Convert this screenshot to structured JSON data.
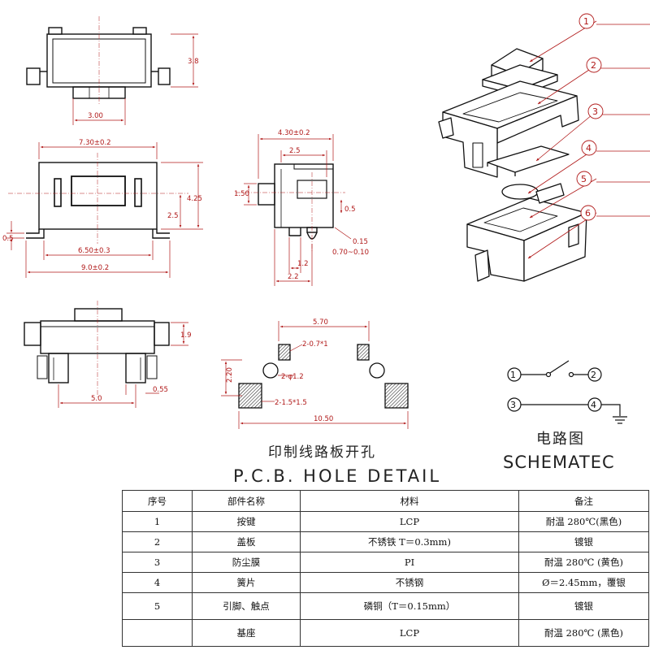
{
  "dimensions": {
    "top_width": "3.00",
    "top_height": "3.8",
    "front_width": "7.30±0.2",
    "front_height": "4.25",
    "front_mid": "2.5",
    "front_leg": "0.5",
    "front_pitch": "6.50±0.3",
    "front_total": "9.0±0.2",
    "side_width": "4.30±0.2",
    "side_inner": "2.5",
    "side_height": "1.50",
    "side_gap": "0.5",
    "side_tol1": "0.15",
    "side_tol2": "0.70~0.10",
    "side_foot1": "1.2",
    "side_foot2": "2.2",
    "bottom_height": "1.9",
    "bottom_pitch": "5.0",
    "bottom_lead": "0.55",
    "pcb_top": "5.70",
    "pcb_slot": "2-0.7*1",
    "pcb_hole": "2-φ1.2",
    "pcb_pad": "2-1.5*1.5",
    "pcb_height": "2.20",
    "pcb_total": "10.50"
  },
  "callouts": [
    "1",
    "2",
    "3",
    "4",
    "5",
    "6"
  ],
  "titles": {
    "pcb_cn": "印制线路板开孔",
    "pcb_en": "P.C.B. HOLE DETAIL",
    "schem_cn": "电路图",
    "schem_en": "SCHEMATEC"
  },
  "schematic": {
    "pins": [
      "1",
      "2",
      "3",
      "4"
    ]
  },
  "table": {
    "headers": [
      "序号",
      "部件名称",
      "材料",
      "备注"
    ],
    "rows": [
      {
        "no": "1",
        "part": "按键",
        "material": "LCP",
        "note": "耐温 280℃(黑色)"
      },
      {
        "no": "2",
        "part": "盖板",
        "material": "不锈铁 T＝0.3mm)",
        "note": "镀银"
      },
      {
        "no": "3",
        "part": "防尘膜",
        "material": "PI",
        "note": "耐温 280℃ (黄色)"
      },
      {
        "no": "4",
        "part": "簧片",
        "material": "不锈钢",
        "note": "Ø＝2.45mm，覆银"
      },
      {
        "no": "5",
        "part": "引脚、触点",
        "material": "磷铜（T＝0.15mm）",
        "note": "镀银"
      },
      {
        "no": "",
        "part": "基座",
        "material": "LCP",
        "note": "耐温 280℃ (黑色)"
      }
    ]
  }
}
